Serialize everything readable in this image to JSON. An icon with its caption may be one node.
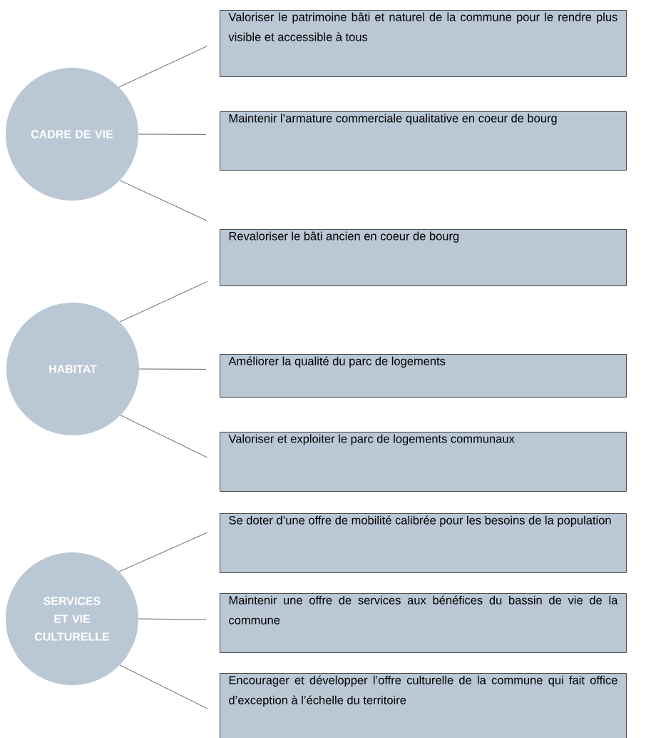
{
  "diagram": {
    "nodes": [
      {
        "text": [
          "CADRE DE VIE"
        ]
      },
      {
        "text": [
          "Valoriser le patrimoine bâti et naturel de la commune pour le rendre plus visible et accessible à tous"
        ]
      },
      {
        "text": [
          "Maintenir l’armature commerciale qualitative en coeur de bourg"
        ]
      },
      {
        "text": [
          "Revaloriser le bâti ancien en coeur de bourg"
        ]
      },
      {
        "text": [
          "HABITAT"
        ]
      },
      {
        "text": [
          "Améliorer la qualité du parc de logements"
        ]
      },
      {
        "text": [
          "Valoriser et exploiter le parc de logements communaux"
        ]
      },
      {
        "text": [
          "SERVICES ET VIE CULTURELLE"
        ]
      },
      {
        "text": [
          "Se doter d’une offre de mobilité calibrée pour les besoins de la population"
        ]
      },
      {
        "text": [
          "Maintenir une offre de services aux bénéfices du bassin de vie de la commune"
        ]
      },
      {
        "text": [
          "Encourager et développer l’offre culturelle de la commune qui fait office d’exception à l’échelle du territoire"
        ]
      }
    ],
    "edges": [
      {
        "from": 0,
        "to": 1,
        "arrow": "none"
      },
      {
        "from": 0,
        "to": 2,
        "arrow": "none"
      },
      {
        "from": 0,
        "to": 3,
        "arrow": "none"
      },
      {
        "from": 4,
        "to": 3,
        "arrow": "none"
      },
      {
        "from": 4,
        "to": 5,
        "arrow": "none"
      },
      {
        "from": 4,
        "to": 6,
        "arrow": "none"
      },
      {
        "from": 7,
        "to": 8,
        "arrow": "none"
      },
      {
        "from": 7,
        "to": 9,
        "arrow": "none"
      },
      {
        "from": 7,
        "to": 10,
        "arrow": "none"
      }
    ]
  }
}
